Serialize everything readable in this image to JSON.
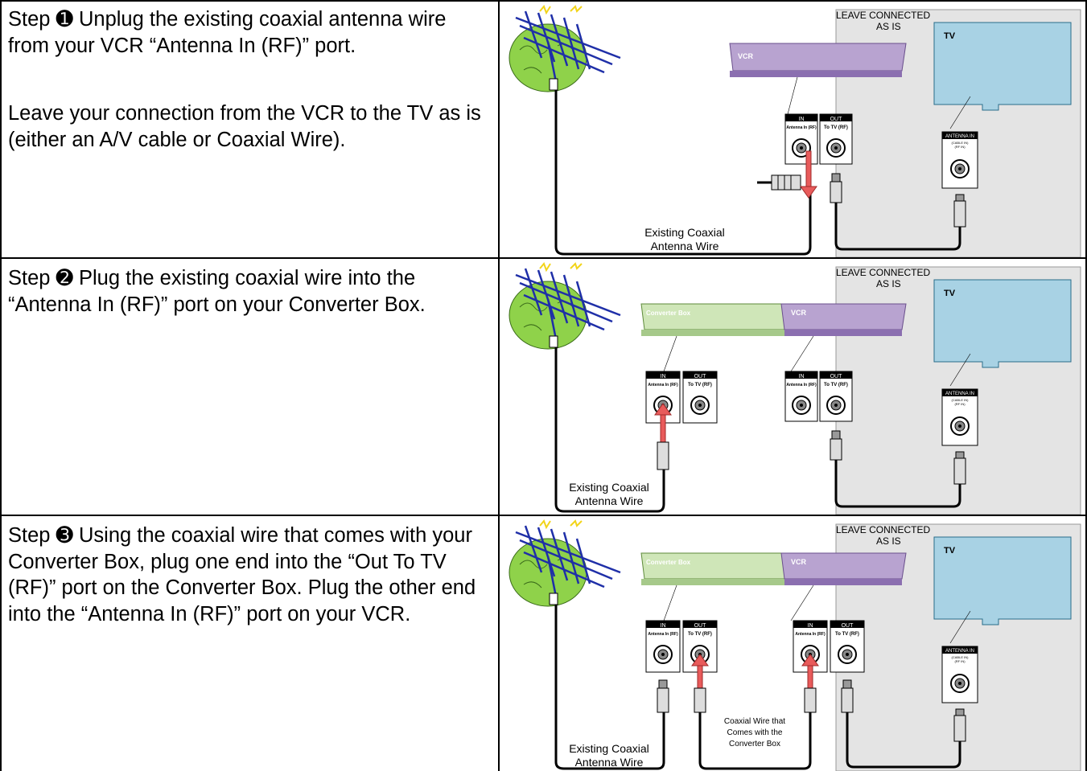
{
  "rows": [
    {
      "step_text": "Step ➊ Unplug the existing coaxial antenna wire from your VCR “Antenna In (RF)” port.",
      "note_text": "Leave your connection from the VCR to the TV as is (either an A/V cable or Coaxial Wire).",
      "wire_label_line1": "Existing Coaxial",
      "wire_label_line2": "Antenna Wire"
    },
    {
      "step_text": "Step ➋ Plug the existing coaxial wire into the “Antenna In (RF)” port on your Converter Box.",
      "wire_label_line1": "Existing Coaxial",
      "wire_label_line2": "Antenna Wire"
    },
    {
      "step_text": "Step ➌ Using the coaxial wire that comes with your Converter Box, plug one end into the “Out To TV (RF)” port on the Converter Box.  Plug the other end into the “Antenna In (RF)” port on your VCR.",
      "wire_label_line1": "Existing Coaxial",
      "wire_label_line2": "Antenna Wire",
      "box_wire_line1": "Coaxial Wire that",
      "box_wire_line2": "Comes with the",
      "box_wire_line3": "Converter Box"
    }
  ],
  "diagram_labels": {
    "leave_line1": "LEAVE CONNECTED",
    "leave_line2": "AS IS",
    "tv": "TV",
    "vcr": "VCR",
    "converter_box": "Converter Box",
    "port_in": "IN",
    "port_out": "OUT",
    "antenna_in_rf": "Antenna In (RF)",
    "to_tv_rf": "To TV (RF)",
    "tv_antenna_in": "ANTENNA IN",
    "tv_cable_in": "(CABLE IN)",
    "tv_rf_in": "(RF IN)"
  },
  "colors": {
    "tv_fill": "#a8d2e4",
    "vcr_fill": "#b8a3d0",
    "converter_fill": "#cfe6b8",
    "leave_area": "#e4e4e4",
    "arrow": "#e85b5b",
    "antenna_blue": "#1f2fa8",
    "antenna_leaf": "#8fd24a"
  }
}
